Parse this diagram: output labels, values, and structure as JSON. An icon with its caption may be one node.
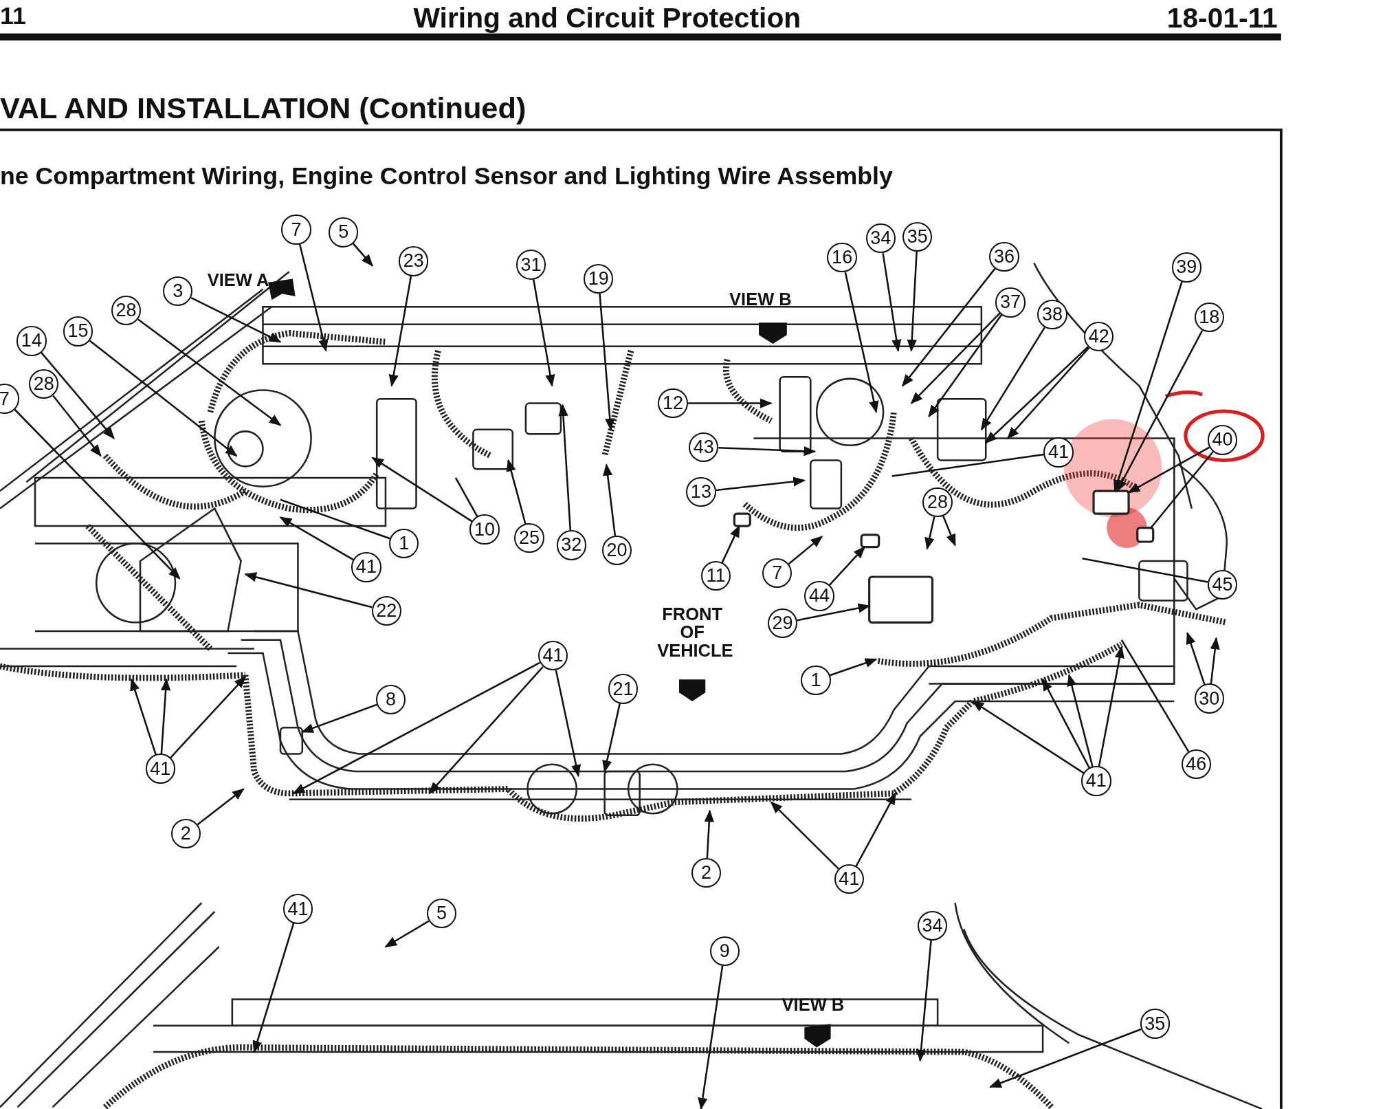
{
  "diagram": {
    "nodes": [
      {
        "text": [
          "7"
        ]
      },
      {
        "text": [
          "5"
        ]
      },
      {
        "text": [
          "23"
        ]
      },
      {
        "text": [
          "31"
        ]
      },
      {
        "text": [
          "19"
        ]
      },
      {
        "text": [
          "3"
        ]
      },
      {
        "text": [
          "28"
        ]
      },
      {
        "text": [
          "15"
        ]
      },
      {
        "text": [
          "14"
        ]
      },
      {
        "text": [
          "28"
        ]
      },
      {
        "text": [
          "7"
        ]
      },
      {
        "text": [
          "12"
        ]
      },
      {
        "text": [
          "43"
        ]
      },
      {
        "text": [
          "13"
        ]
      },
      {
        "text": [
          "11"
        ]
      },
      {
        "text": [
          "7"
        ]
      },
      {
        "text": [
          "44"
        ]
      },
      {
        "text": [
          "29"
        ]
      },
      {
        "text": [
          "1"
        ]
      },
      {
        "text": [
          "16"
        ]
      },
      {
        "text": [
          "34"
        ]
      },
      {
        "text": [
          "35"
        ]
      },
      {
        "text": [
          "36"
        ]
      },
      {
        "text": [
          "37"
        ]
      },
      {
        "text": [
          "38"
        ]
      },
      {
        "text": [
          "42"
        ]
      },
      {
        "text": [
          "39"
        ]
      },
      {
        "text": [
          "18"
        ]
      },
      {
        "text": [
          "40"
        ]
      },
      {
        "text": [
          "41"
        ]
      },
      {
        "text": [
          "28"
        ]
      },
      {
        "text": [
          "45"
        ]
      },
      {
        "text": [
          "30"
        ]
      },
      {
        "text": [
          "46"
        ]
      },
      {
        "text": [
          "41"
        ]
      },
      {
        "text": [
          "41"
        ]
      },
      {
        "text": [
          "2"
        ]
      },
      {
        "text": [
          "21"
        ]
      },
      {
        "text": [
          "41"
        ]
      },
      {
        "text": [
          "8"
        ]
      },
      {
        "text": [
          "41"
        ]
      },
      {
        "text": [
          "2"
        ]
      },
      {
        "text": [
          "22"
        ]
      },
      {
        "text": [
          "41"
        ]
      },
      {
        "text": [
          "1"
        ]
      },
      {
        "text": [
          "10"
        ]
      },
      {
        "text": [
          "25"
        ]
      },
      {
        "text": [
          "32"
        ]
      },
      {
        "text": [
          "20"
        ]
      },
      {
        "text": [
          "41"
        ]
      },
      {
        "text": [
          "5"
        ]
      },
      {
        "text": [
          "9"
        ]
      },
      {
        "text": [
          "34"
        ]
      },
      {
        "text": [
          "35"
        ]
      },
      {
        "text": [],
        "shape": "box"
      },
      {
        "text": [],
        "shape": "box"
      },
      {
        "text": [],
        "shape": "box"
      },
      {
        "text": [],
        "shape": "box"
      },
      {
        "text": [],
        "shape": "box"
      }
    ],
    "edges": [
      {
        "from": 0,
        "to": null,
        "arrow": "to"
      },
      {
        "from": 1,
        "to": null,
        "arrow": "to"
      },
      {
        "from": 2,
        "to": null,
        "arrow": "to"
      },
      {
        "from": 3,
        "to": null,
        "arrow": "to"
      },
      {
        "from": 4,
        "to": null,
        "arrow": "to"
      },
      {
        "from": 5,
        "to": null,
        "arrow": "to"
      },
      {
        "from": 6,
        "to": null,
        "arrow": "to"
      },
      {
        "from": 7,
        "to": null,
        "arrow": "to"
      },
      {
        "from": 8,
        "to": null,
        "arrow": "to"
      },
      {
        "from": 9,
        "to": null,
        "arrow": "to"
      },
      {
        "from": 10,
        "to": null,
        "arrow": "to"
      },
      {
        "from": 11,
        "to": null,
        "arrow": "to"
      },
      {
        "from": 12,
        "to": null,
        "arrow": "to"
      },
      {
        "from": 13,
        "to": null,
        "arrow": "to"
      },
      {
        "from": 14,
        "to": 54,
        "arrow": "to"
      },
      {
        "from": 15,
        "to": null,
        "arrow": "to"
      },
      {
        "from": 16,
        "to": 55,
        "arrow": "to"
      },
      {
        "from": 17,
        "to": 56,
        "arrow": "to"
      },
      {
        "from": 18,
        "to": null,
        "arrow": "to"
      },
      {
        "from": 19,
        "to": null,
        "arrow": "to"
      },
      {
        "from": 20,
        "to": null,
        "arrow": "to"
      },
      {
        "from": 21,
        "to": null,
        "arrow": "to"
      },
      {
        "from": 22,
        "to": null,
        "arrow": "to"
      },
      {
        "from": 23,
        "to": null,
        "arrow": "to"
      },
      {
        "from": 23,
        "to": null,
        "arrow": "to"
      },
      {
        "from": 24,
        "to": null,
        "arrow": "to"
      },
      {
        "from": 25,
        "to": null,
        "arrow": "to"
      },
      {
        "from": 25,
        "to": null,
        "arrow": "to"
      },
      {
        "from": 26,
        "to": 57,
        "arrow": "to"
      },
      {
        "from": 27,
        "to": 57,
        "arrow": "to"
      },
      {
        "from": 28,
        "to": 57,
        "arrow": "to"
      },
      {
        "from": 28,
        "to": 58,
        "arrow": "none"
      },
      {
        "from": 29,
        "to": null,
        "arrow": "none"
      },
      {
        "from": 30,
        "to": null,
        "arrow": "to"
      },
      {
        "from": 30,
        "to": null,
        "arrow": "to"
      },
      {
        "from": 31,
        "to": null,
        "arrow": "none"
      },
      {
        "from": 32,
        "to": null,
        "arrow": "to"
      },
      {
        "from": 32,
        "to": null,
        "arrow": "to"
      },
      {
        "from": 33,
        "to": null,
        "arrow": "none"
      },
      {
        "from": 34,
        "to": null,
        "arrow": "to"
      },
      {
        "from": 34,
        "to": null,
        "arrow": "to"
      },
      {
        "from": 34,
        "to": null,
        "arrow": "to"
      },
      {
        "from": 34,
        "to": null,
        "arrow": "to"
      },
      {
        "from": 35,
        "to": null,
        "arrow": "to"
      },
      {
        "from": 35,
        "to": null,
        "arrow": "to"
      },
      {
        "from": 36,
        "to": null,
        "arrow": "to"
      },
      {
        "from": 37,
        "to": null,
        "arrow": "to"
      },
      {
        "from": 38,
        "to": null,
        "arrow": "to"
      },
      {
        "from": 38,
        "to": null,
        "arrow": "to"
      },
      {
        "from": 38,
        "to": null,
        "arrow": "to"
      },
      {
        "from": 39,
        "to": null,
        "arrow": "to"
      },
      {
        "from": 40,
        "to": null,
        "arrow": "to"
      },
      {
        "from": 40,
        "to": null,
        "arrow": "to"
      },
      {
        "from": 40,
        "to": null,
        "arrow": "to"
      },
      {
        "from": 41,
        "to": null,
        "arrow": "to"
      },
      {
        "from": 42,
        "to": null,
        "arrow": "to"
      },
      {
        "from": 43,
        "to": null,
        "arrow": "to"
      },
      {
        "from": 44,
        "to": null,
        "arrow": "none"
      },
      {
        "from": 45,
        "to": null,
        "arrow": "to"
      },
      {
        "from": 45,
        "to": null,
        "arrow": "none"
      },
      {
        "from": 46,
        "to": null,
        "arrow": "to"
      },
      {
        "from": 47,
        "to": null,
        "arrow": "to"
      },
      {
        "from": 48,
        "to": null,
        "arrow": "to"
      },
      {
        "from": 49,
        "to": null,
        "arrow": "to"
      },
      {
        "from": 50,
        "to": null,
        "arrow": "to"
      },
      {
        "from": 51,
        "to": null,
        "arrow": "to"
      },
      {
        "from": 52,
        "to": null,
        "arrow": "to"
      },
      {
        "from": 53,
        "to": null,
        "arrow": "to"
      }
    ],
    "labels": [
      "11",
      "Wiring and Circuit Protection",
      "18-01-11",
      "VAL AND INSTALLATION (Continued)",
      "ne Compartment Wiring, Engine Control Sensor and Lighting Wire Assembly",
      "VIEW A",
      "VIEW B",
      "FRONT OF VEHICLE",
      "VIEW B"
    ]
  }
}
